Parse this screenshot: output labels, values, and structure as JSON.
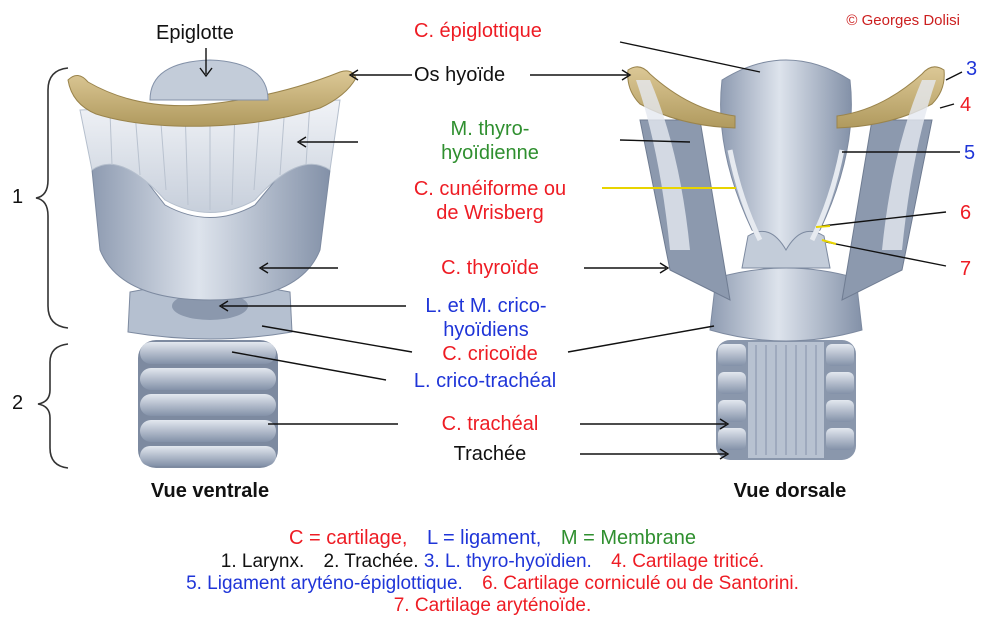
{
  "copyright": "© Georges Dolisi",
  "views": {
    "ventral": "Vue ventrale",
    "dorsal": "Vue dorsale"
  },
  "brackets": {
    "b1": "1",
    "b2": "2"
  },
  "labels": {
    "epiglotte": "Epiglotte",
    "c_epiglottique": "C. épiglottique",
    "os_hyoide": "Os hyoïde",
    "m_thyro_1": "M. thyro-",
    "m_thyro_2": "hyoïdienne",
    "c_cuneiforme_1": "C. cunéiforme ou",
    "c_cuneiforme_2": "de Wrisberg",
    "c_thyroide": "C. thyroïde",
    "l_m_crico_1": "L. et M. crico-",
    "l_m_crico_2": "hyoïdiens",
    "c_cricoide": "C. cricoïde",
    "l_crico_tracheal": "L. crico-trachéal",
    "c_tracheal": "C. trachéal",
    "trachee": "Trachée"
  },
  "numbers": {
    "n3": "3",
    "n4": "4",
    "n5": "5",
    "n6": "6",
    "n7": "7"
  },
  "legend": {
    "line1": {
      "c": "C = cartilage,",
      "l": "L = ligament,",
      "m": "M = Membrane"
    },
    "line2": {
      "a": "1. Larynx.",
      "b": "2.  Trachée.",
      "c": "3. L. thyro-hyoïdien.",
      "d": "4. Cartilage triticé."
    },
    "line3": {
      "a": "5. Ligament aryténo-épiglottique.",
      "b": "6. Cartilage corniculé ou de Santorini."
    },
    "line4": "7. Cartilage aryténoïde."
  },
  "colors": {
    "red": "#ee1c24",
    "blue": "#1f35d8",
    "green": "#2f8f2f",
    "bone": "#c9b27a",
    "cartilage": "#a9b6c8",
    "cartilage_light": "#d8dfe9",
    "cartilage_dark": "#7f8ea6"
  }
}
